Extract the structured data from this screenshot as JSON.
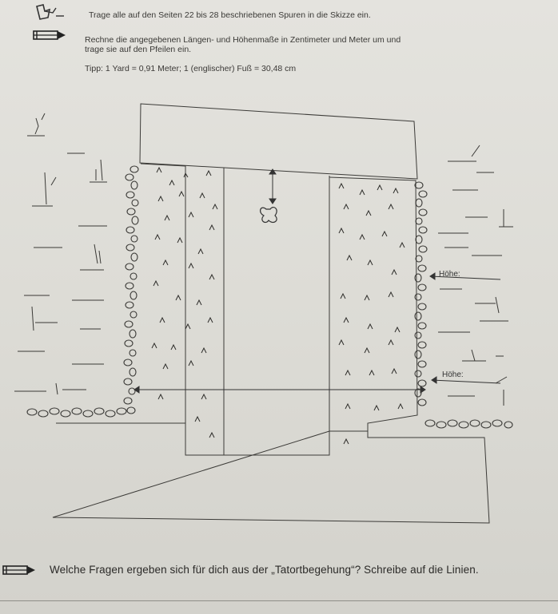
{
  "instructions": {
    "line1": "Trage alle auf den Seiten 22 bis 28 beschriebenen Spuren in die Skizze ein.",
    "line2a": "Rechne die angegebenen Längen- und Höhenmaße in Zentimeter und Meter um und",
    "line2b": "trage sie auf den Pfeilen ein.",
    "tip": "Tipp: 1 Yard = 0,91 Meter; 1 (englischer) Fuß = 30,48 cm"
  },
  "sketch": {
    "height_label_upper": "Höhe:",
    "height_label_lower": "Höhe:"
  },
  "question": {
    "text": "Welche Fragen ergeben sich für dich aus der „Tatortbegehung“? Schreibe auf die Linien."
  },
  "icons": {
    "instruction_1": "crime-scene-tracing-icon",
    "instruction_2": "pencil-icon",
    "question": "pencil-icon"
  }
}
